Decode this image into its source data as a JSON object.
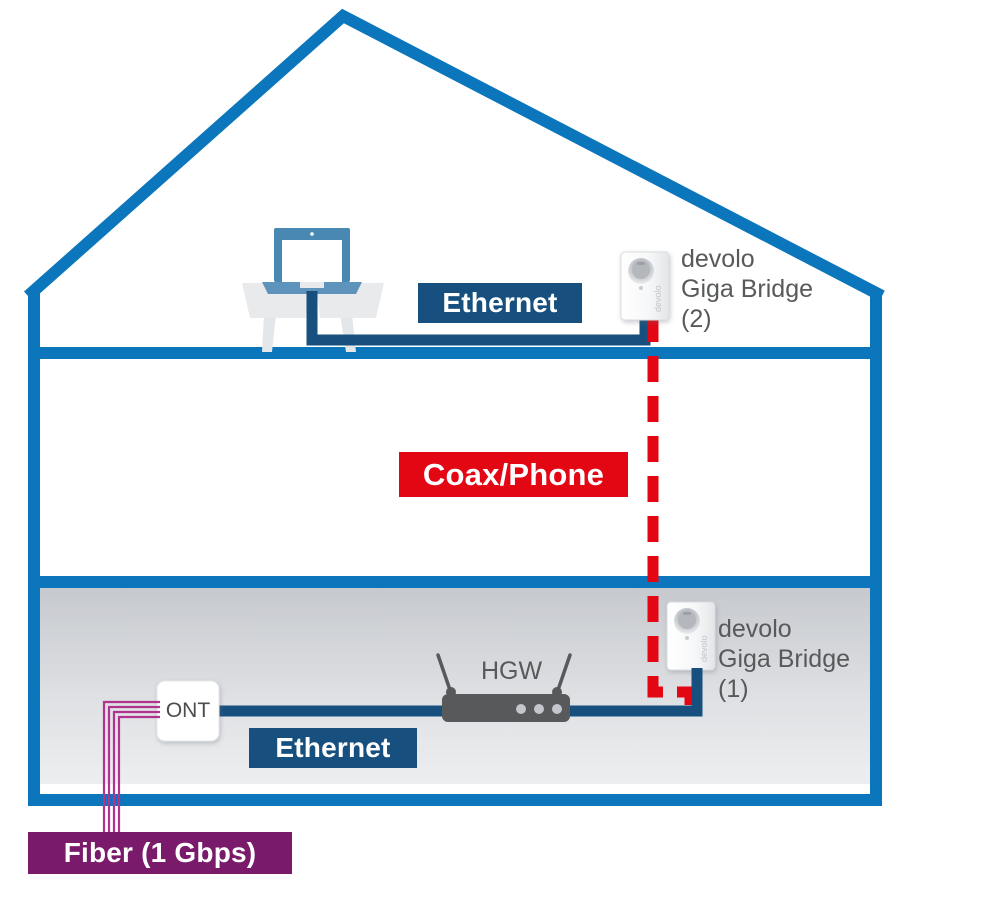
{
  "diagram": {
    "title": "devolo Giga Bridge home network diagram",
    "colors": {
      "house_blue": "#0b76bc",
      "ethernet_navy": "#17507e",
      "coax_red": "#e30613",
      "fiber_purple": "#7a1a6b",
      "fiber_strand": "#b0338d",
      "device_gray": "#58595b",
      "basement_fill_top": "#c8cbd0",
      "basement_fill_bottom": "#e9ebee",
      "cable_blue": "#17507e",
      "laptop_blue": "#4a88b4",
      "furniture_gray": "#e8eaec"
    },
    "labels": {
      "ethernet_attic": "Ethernet",
      "coax_phone": "Coax/Phone",
      "ethernet_basement": "Ethernet",
      "fiber": "Fiber (1 Gbps)"
    },
    "devices": {
      "giga_bridge_2": "devolo\nGiga Bridge\n(2)",
      "giga_bridge_1": "devolo\nGiga Bridge\n(1)",
      "hgw": "HGW",
      "ont": "ONT",
      "adapter_brand": "devolo"
    },
    "floors": [
      {
        "name": "attic",
        "contents": [
          "laptop-on-desk",
          "ethernet-label",
          "giga-bridge-2"
        ]
      },
      {
        "name": "middle-floor",
        "contents": [
          "coax-phone-label",
          "red-dashed-line"
        ]
      },
      {
        "name": "basement",
        "contents": [
          "ont",
          "ethernet-label",
          "hgw",
          "giga-bridge-1"
        ]
      }
    ],
    "connections": [
      {
        "from": "fiber",
        "to": "ONT",
        "medium": "Fiber (1 Gbps)",
        "color": "#b0338d"
      },
      {
        "from": "ONT",
        "to": "HGW",
        "medium": "Ethernet",
        "color": "#17507e"
      },
      {
        "from": "HGW",
        "to": "devolo Giga Bridge (1)",
        "medium": "Ethernet",
        "color": "#17507e"
      },
      {
        "from": "devolo Giga Bridge (1)",
        "to": "devolo Giga Bridge (2)",
        "medium": "Coax/Phone",
        "color": "#e30613"
      },
      {
        "from": "devolo Giga Bridge (2)",
        "to": "Laptop",
        "medium": "Ethernet",
        "color": "#17507e"
      }
    ]
  }
}
